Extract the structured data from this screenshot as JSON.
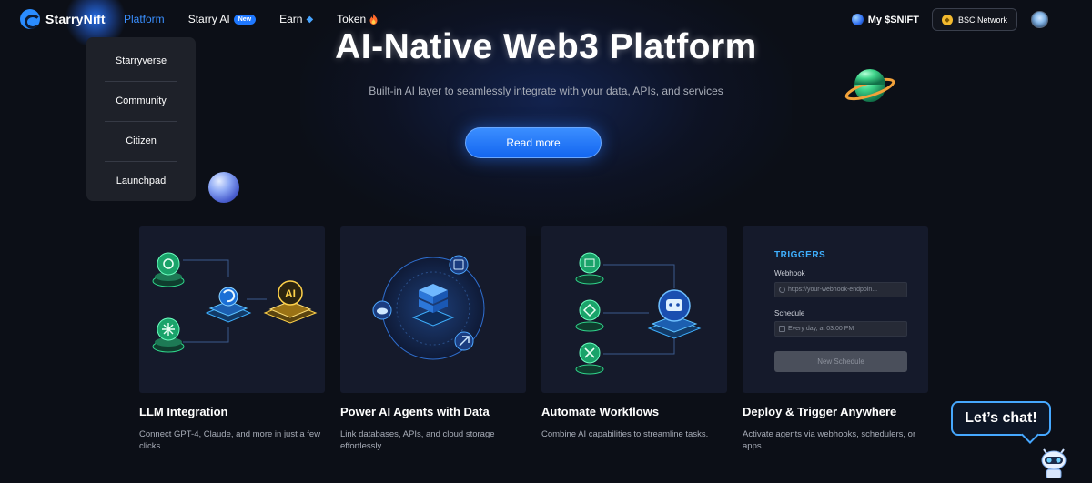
{
  "nav": {
    "brand": "StarryNift",
    "links": [
      {
        "label": "Platform"
      },
      {
        "label": "Starry AI",
        "badge": "New"
      },
      {
        "label": "Earn",
        "icon": "gem-icon"
      },
      {
        "label": "Token",
        "icon": "fire-icon"
      }
    ],
    "my_snift": "My $SNIFT",
    "network": "BSC Network"
  },
  "platform_menu": [
    "Starryverse",
    "Community",
    "Citizen",
    "Launchpad"
  ],
  "hero": {
    "title": "AI-Native Web3 Platform",
    "subtitle": "Built-in AI layer to seamlessly integrate with your data, APIs, and services",
    "cta": "Read more"
  },
  "features": [
    {
      "title": "LLM Integration",
      "desc": "Connect GPT-4, Claude, and more in just a few clicks."
    },
    {
      "title": "Power AI Agents with Data",
      "desc": "Link databases, APIs, and cloud storage effortlessly."
    },
    {
      "title": "Automate Workflows",
      "desc": "Combine AI capabilities to streamline tasks."
    },
    {
      "title": "Deploy & Trigger Anywhere",
      "desc": "Activate agents via webhooks, schedulers, or apps."
    }
  ],
  "triggers": {
    "heading": "TRIGGERS",
    "webhook_label": "Webhook",
    "webhook_placeholder": "https://your-webhook-endpoin...",
    "schedule_label": "Schedule",
    "schedule_value": "Every day, at 03:00 PM",
    "button": "New Schedule"
  },
  "chat": {
    "label": "Let’s chat!"
  },
  "colors": {
    "accent": "#1f78ff",
    "active_link": "#3a8fff",
    "trigger_head": "#3fb0ff",
    "bg": "#0c0f17"
  }
}
